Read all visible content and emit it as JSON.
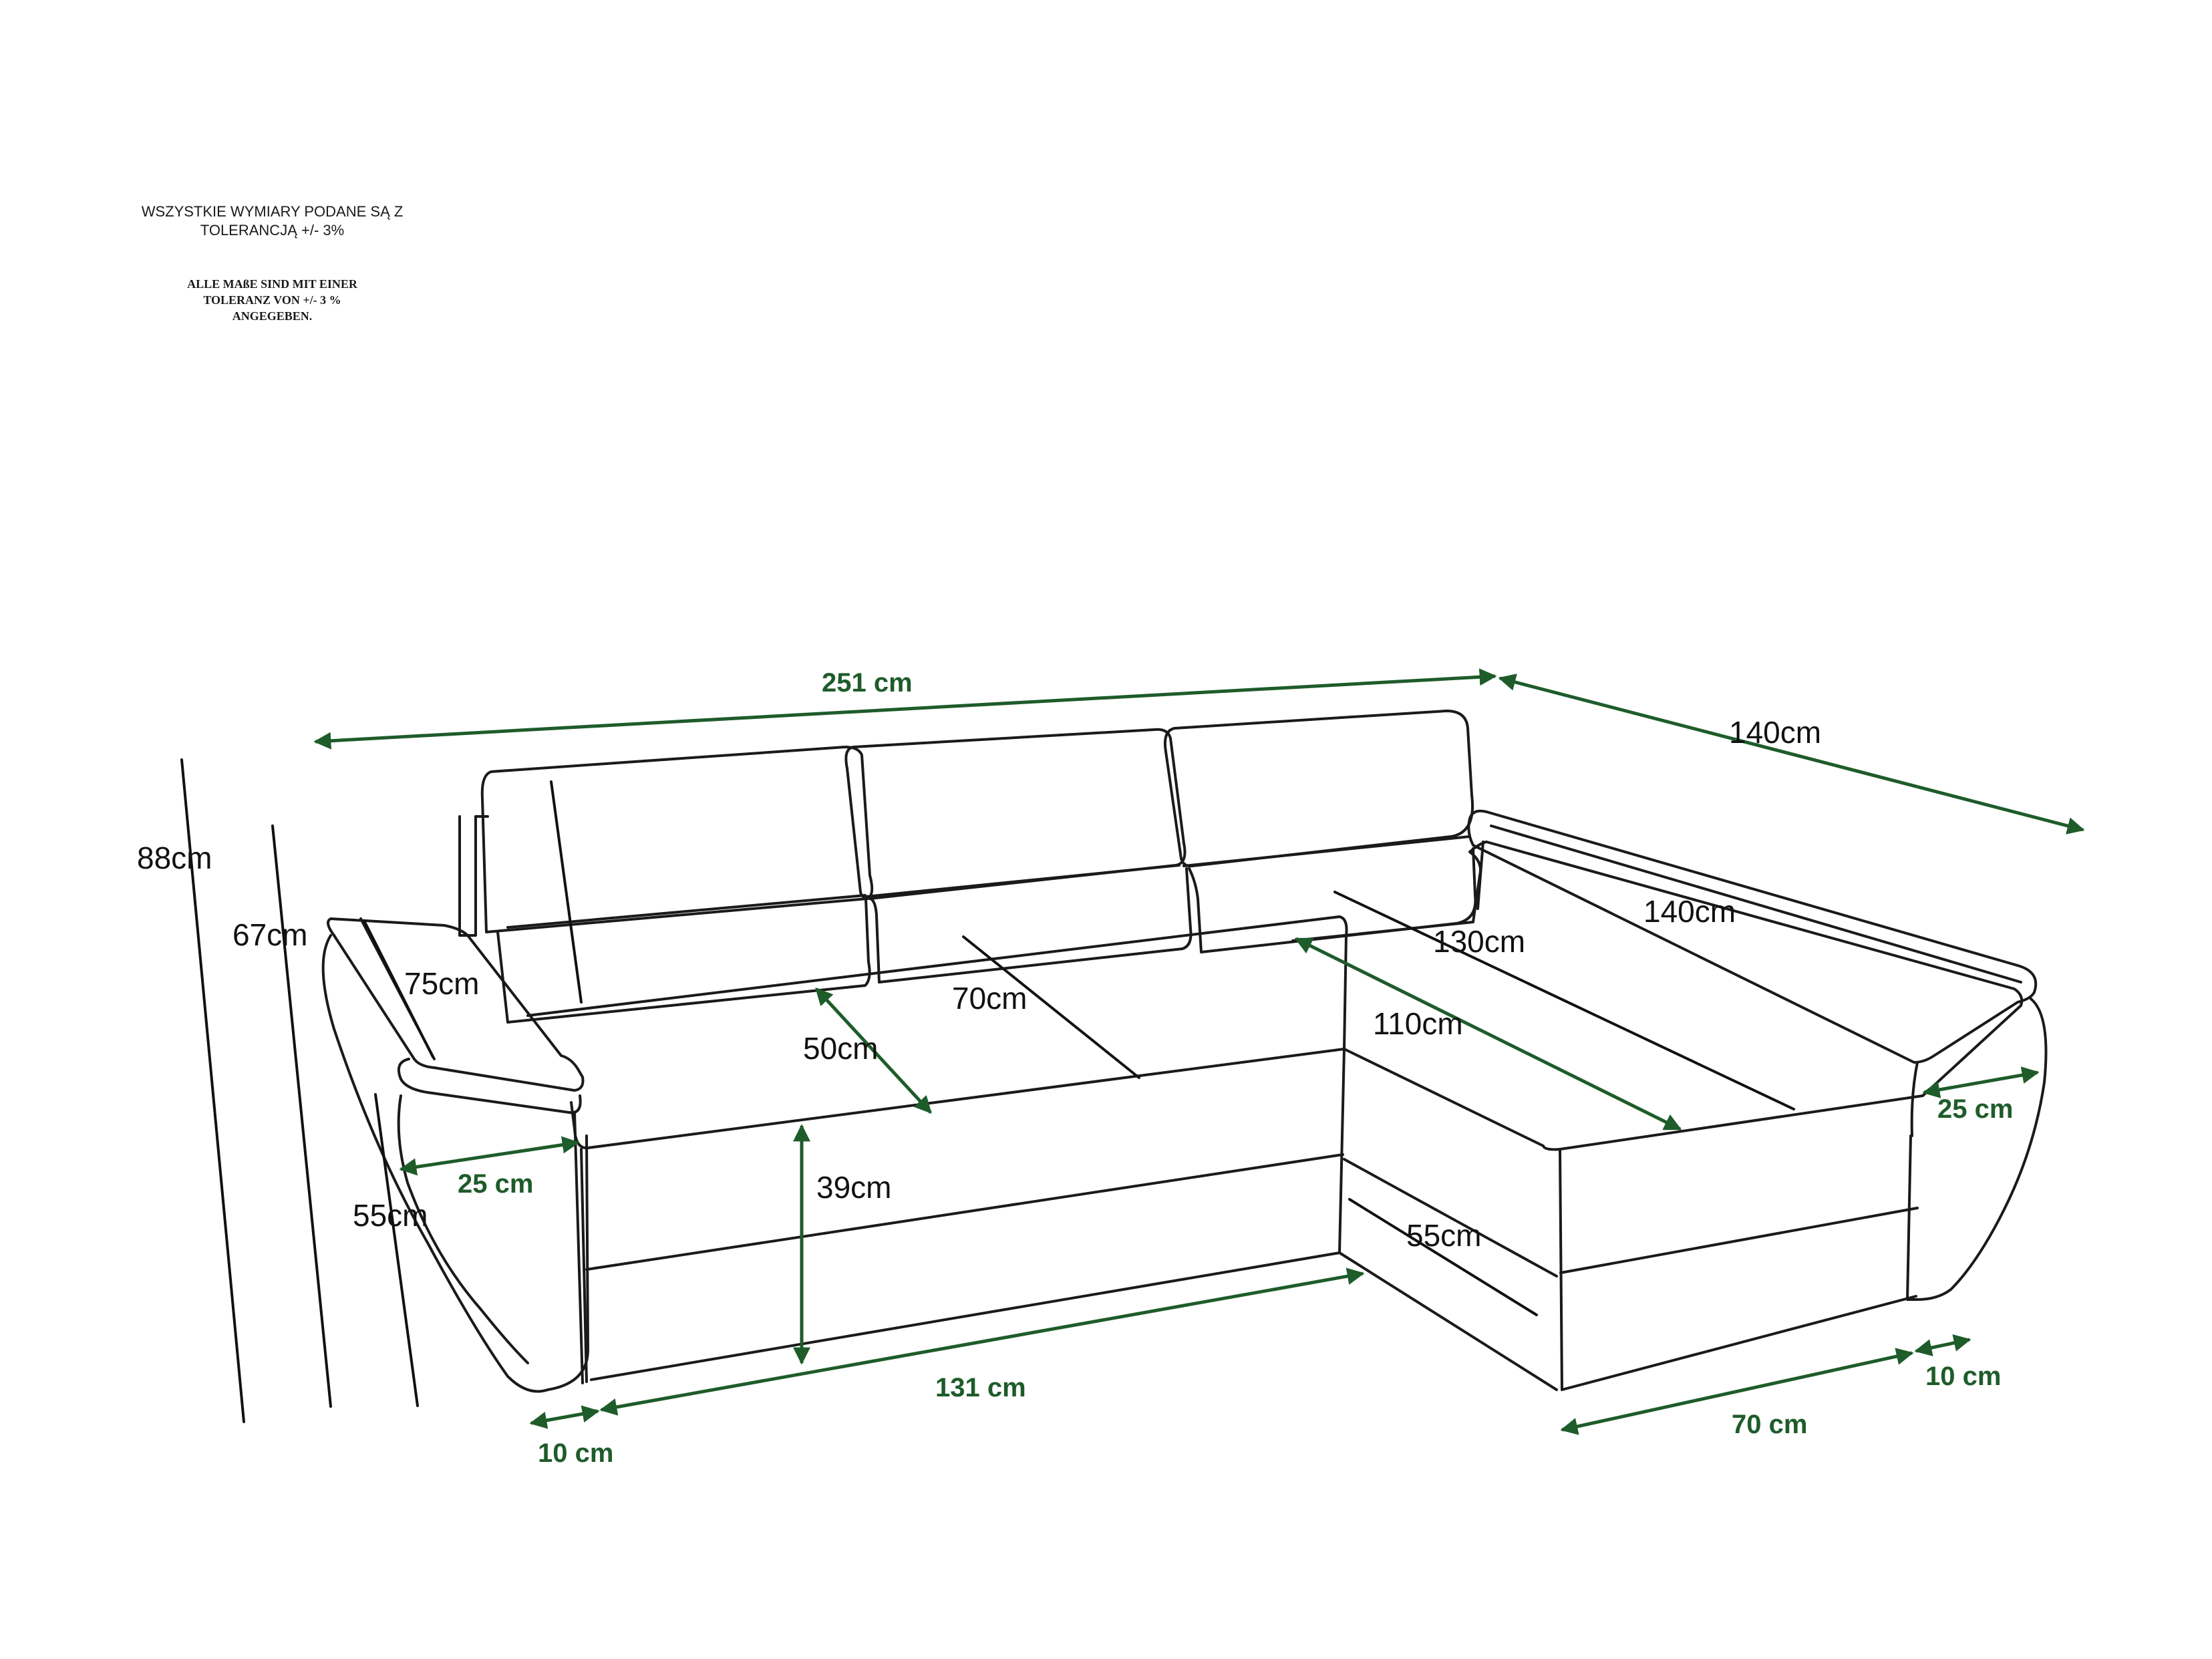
{
  "notes": {
    "polish": [
      "WSZYSTKIE WYMIARY PODANE SĄ Z",
      "TOLERANCJĄ +/- 3%"
    ],
    "german": [
      "ALLE MAßE SIND MIT EINER",
      "TOLERANZ VON +/- 3 %",
      "ANGEGEBEN."
    ]
  },
  "colors": {
    "outline": "#1a1a1a",
    "dimension_green": "#1e5c2a",
    "label_black": "#111111",
    "background": "#ffffff"
  },
  "dimensions": {
    "total_width": "251 cm",
    "chaise_length_top": "140cm",
    "chaise_length_inner": "140cm",
    "chaise_seat_length": "130cm",
    "chaise_seat_depth": "110cm",
    "chaise_front_height": "55cm",
    "seat_width_backrest": "70cm",
    "seat_depth": "50cm",
    "seat_height": "39cm",
    "total_height": "88cm",
    "armrest_height": "67cm",
    "armrest_length": "75cm",
    "armrest_front_height": "55cm",
    "left_armrest_width": "25 cm",
    "right_armrest_width": "25 cm",
    "seat_front_width": "131 cm",
    "chaise_front_width": "70 cm",
    "left_foot": "10 cm",
    "right_foot": "10 cm"
  }
}
